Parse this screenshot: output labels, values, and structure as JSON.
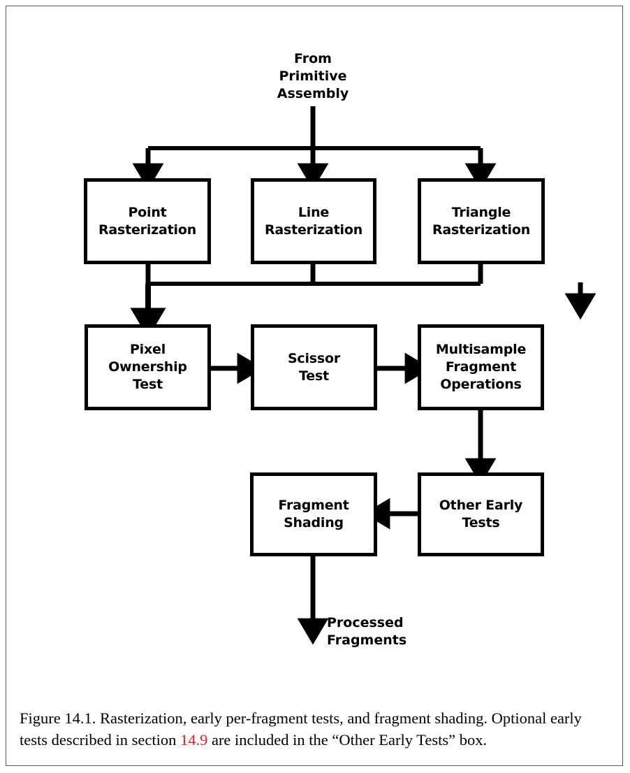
{
  "figure": {
    "caption_before": "Figure 14.1. Rasterization, early per-fragment tests, and fragment shading. Optional early tests described in section ",
    "caption_ref": "14.9",
    "caption_after": " are included in the “Other Early Tests” box.",
    "ref_color": "#ee1c25"
  },
  "diagram": {
    "input_label": "From\nPrimitive\nAssembly",
    "output_label": "Processed\nFragments",
    "nodes": [
      {
        "id": "point-rasterization",
        "label": "Point\nRasterization"
      },
      {
        "id": "line-rasterization",
        "label": "Line\nRasterization"
      },
      {
        "id": "triangle-rasterization",
        "label": "Triangle\nRasterization"
      },
      {
        "id": "pixel-ownership-test",
        "label": "Pixel\nOwnership\nTest"
      },
      {
        "id": "scissor-test",
        "label": "Scissor\nTest"
      },
      {
        "id": "multisample-fragment-operations",
        "label": "Multisample\nFragment\nOperations"
      },
      {
        "id": "other-early-tests",
        "label": "Other Early\nTests"
      },
      {
        "id": "fragment-shading",
        "label": "Fragment\nShading"
      }
    ]
  }
}
